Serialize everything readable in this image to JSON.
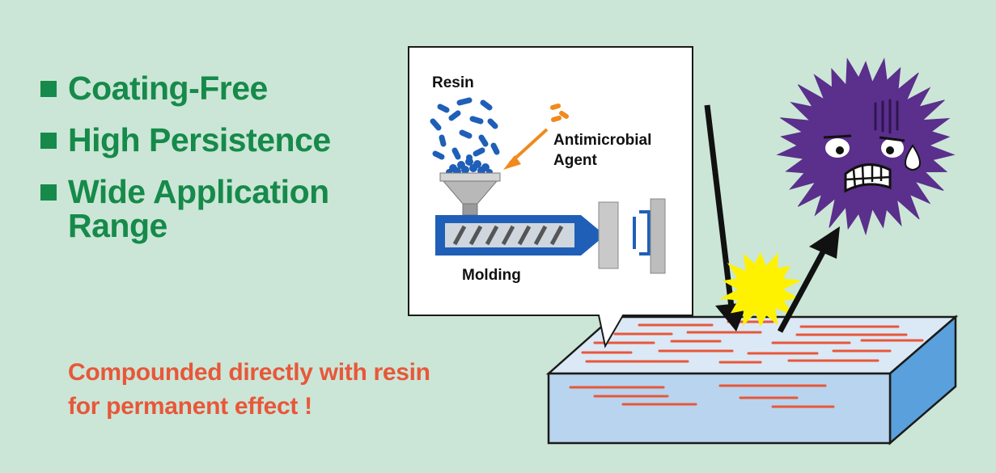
{
  "features": [
    {
      "label": "Coating-Free"
    },
    {
      "label": "High Persistence"
    },
    {
      "label": "Wide Application Range",
      "lines": [
        "Wide Application",
        "Range"
      ]
    }
  ],
  "tagline": {
    "lines": [
      "Compounded directly with resin",
      "for permanent effect !"
    ]
  },
  "callout": {
    "resin_label": "Resin",
    "agent_label_lines": [
      "Antimicrobial",
      "Agent"
    ],
    "molding_label": "Molding"
  },
  "colors": {
    "background": "#cbe6d6",
    "feature_green": "#168a4a",
    "tagline_orange": "#e8573a",
    "resin_blue": "#1f5fb8",
    "agent_orange": "#f08a1e",
    "germ_purple": "#5b2f8c",
    "spark_yellow": "#fff200",
    "slab_top": "#dbe8f5",
    "slab_side": "#5aa0dc",
    "streak_red": "#e8573a"
  },
  "icons": [
    "bullet-square-icon",
    "resin-pellets-icon",
    "antimicrobial-agent-icon",
    "hopper-icon",
    "molding-machine-icon",
    "germ-icon",
    "spark-icon",
    "arrow-down-icon",
    "arrow-up-icon"
  ]
}
